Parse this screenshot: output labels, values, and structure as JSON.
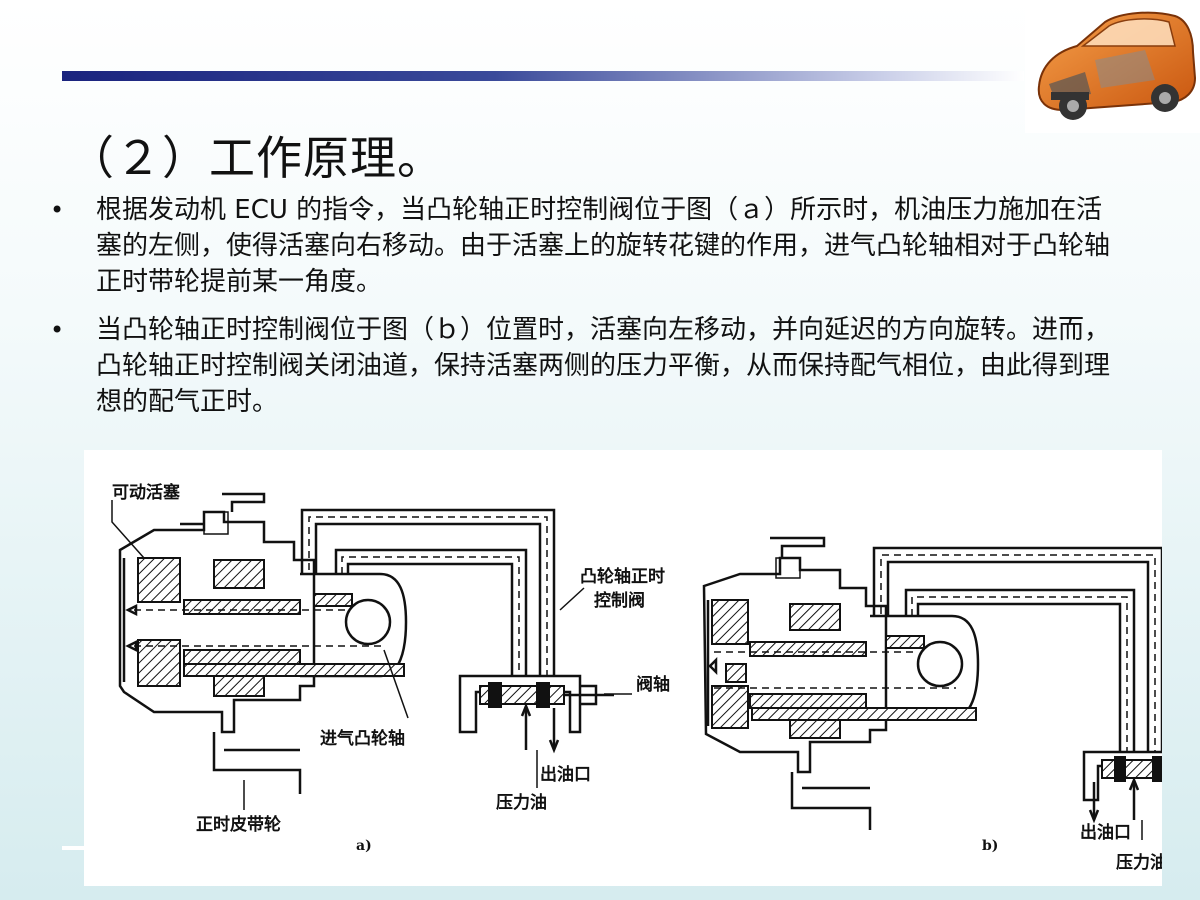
{
  "slide": {
    "title": "（２）工作原理。",
    "bullets": [
      "根据发动机 ECU 的指令，当凸轮轴正时控制阀位于图（ａ）所示时，机油压力施加在活塞的左侧，使得活塞向右移动。由于活塞上的旋转花键的作用，进气凸轮轴相对于凸轮轴正时带轮提前某一角度。",
      "当凸轮轴正时控制阀位于图（ｂ）位置时，活塞向左移动，并向延迟的方向旋转。进而，凸轮轴正时控制阀关闭油道，保持活塞两侧的压力平衡，从而保持配气相位，由此得到理想的配气正时。"
    ],
    "bullet_marker": "•"
  },
  "decor": {
    "car_icon": "car-cutaway-icon",
    "accent_color": "#1a237e",
    "car_color": "#e8731c"
  },
  "figure": {
    "a": {
      "caption": "a)",
      "labels": {
        "piston": "可动活塞",
        "control_valve": [
          "凸轮轴正时",
          "控制阀"
        ],
        "valve_shaft": "阀轴",
        "intake_camshaft": "进气凸轮轴",
        "oil_outlet": "出油口",
        "pressure_oil": "压力油",
        "timing_pulley": "正时皮带轮"
      }
    },
    "b": {
      "caption": "b)",
      "labels": {
        "oil_outlet": "出油口",
        "pressure_oil": "压力油"
      }
    }
  }
}
